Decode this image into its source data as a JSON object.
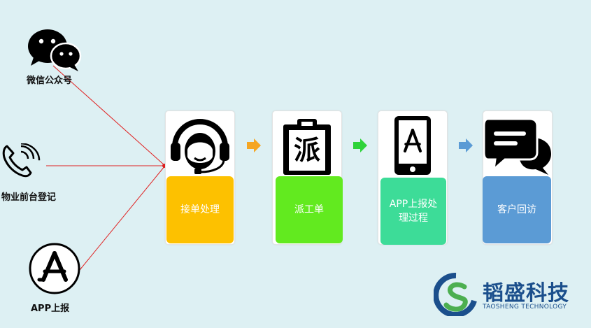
{
  "sources": [
    {
      "label": "微信公众号",
      "icon": "wechat-icon"
    },
    {
      "label": "物业前台登记",
      "icon": "phone-icon"
    },
    {
      "label": "APP上报",
      "icon": "app-store-icon"
    }
  ],
  "steps": [
    {
      "label": "接单处理",
      "icon": "headset-agent-icon",
      "color": "#fdc100"
    },
    {
      "label": "派工单",
      "icon": "clipboard-dispatch-icon",
      "color": "#62ea1f",
      "icon_text": "派"
    },
    {
      "label": "APP上报处理过程",
      "icon": "mobile-app-icon",
      "color": "#3ddc98"
    },
    {
      "label": "客户回访",
      "icon": "chat-bubbles-icon",
      "color": "#5b9bd5"
    }
  ],
  "arrows": [
    {
      "color": "#f5a623"
    },
    {
      "color": "#2ed33a"
    },
    {
      "color": "#5b9bd5"
    }
  ],
  "connector_color": "#e02020",
  "brand": {
    "name_cn": "韬盛科技",
    "name_en": "TAOSHENG TECHNOLOGY",
    "logo": "taosheng-logo",
    "colors": [
      "#1b4f8c",
      "#4caf50"
    ]
  }
}
